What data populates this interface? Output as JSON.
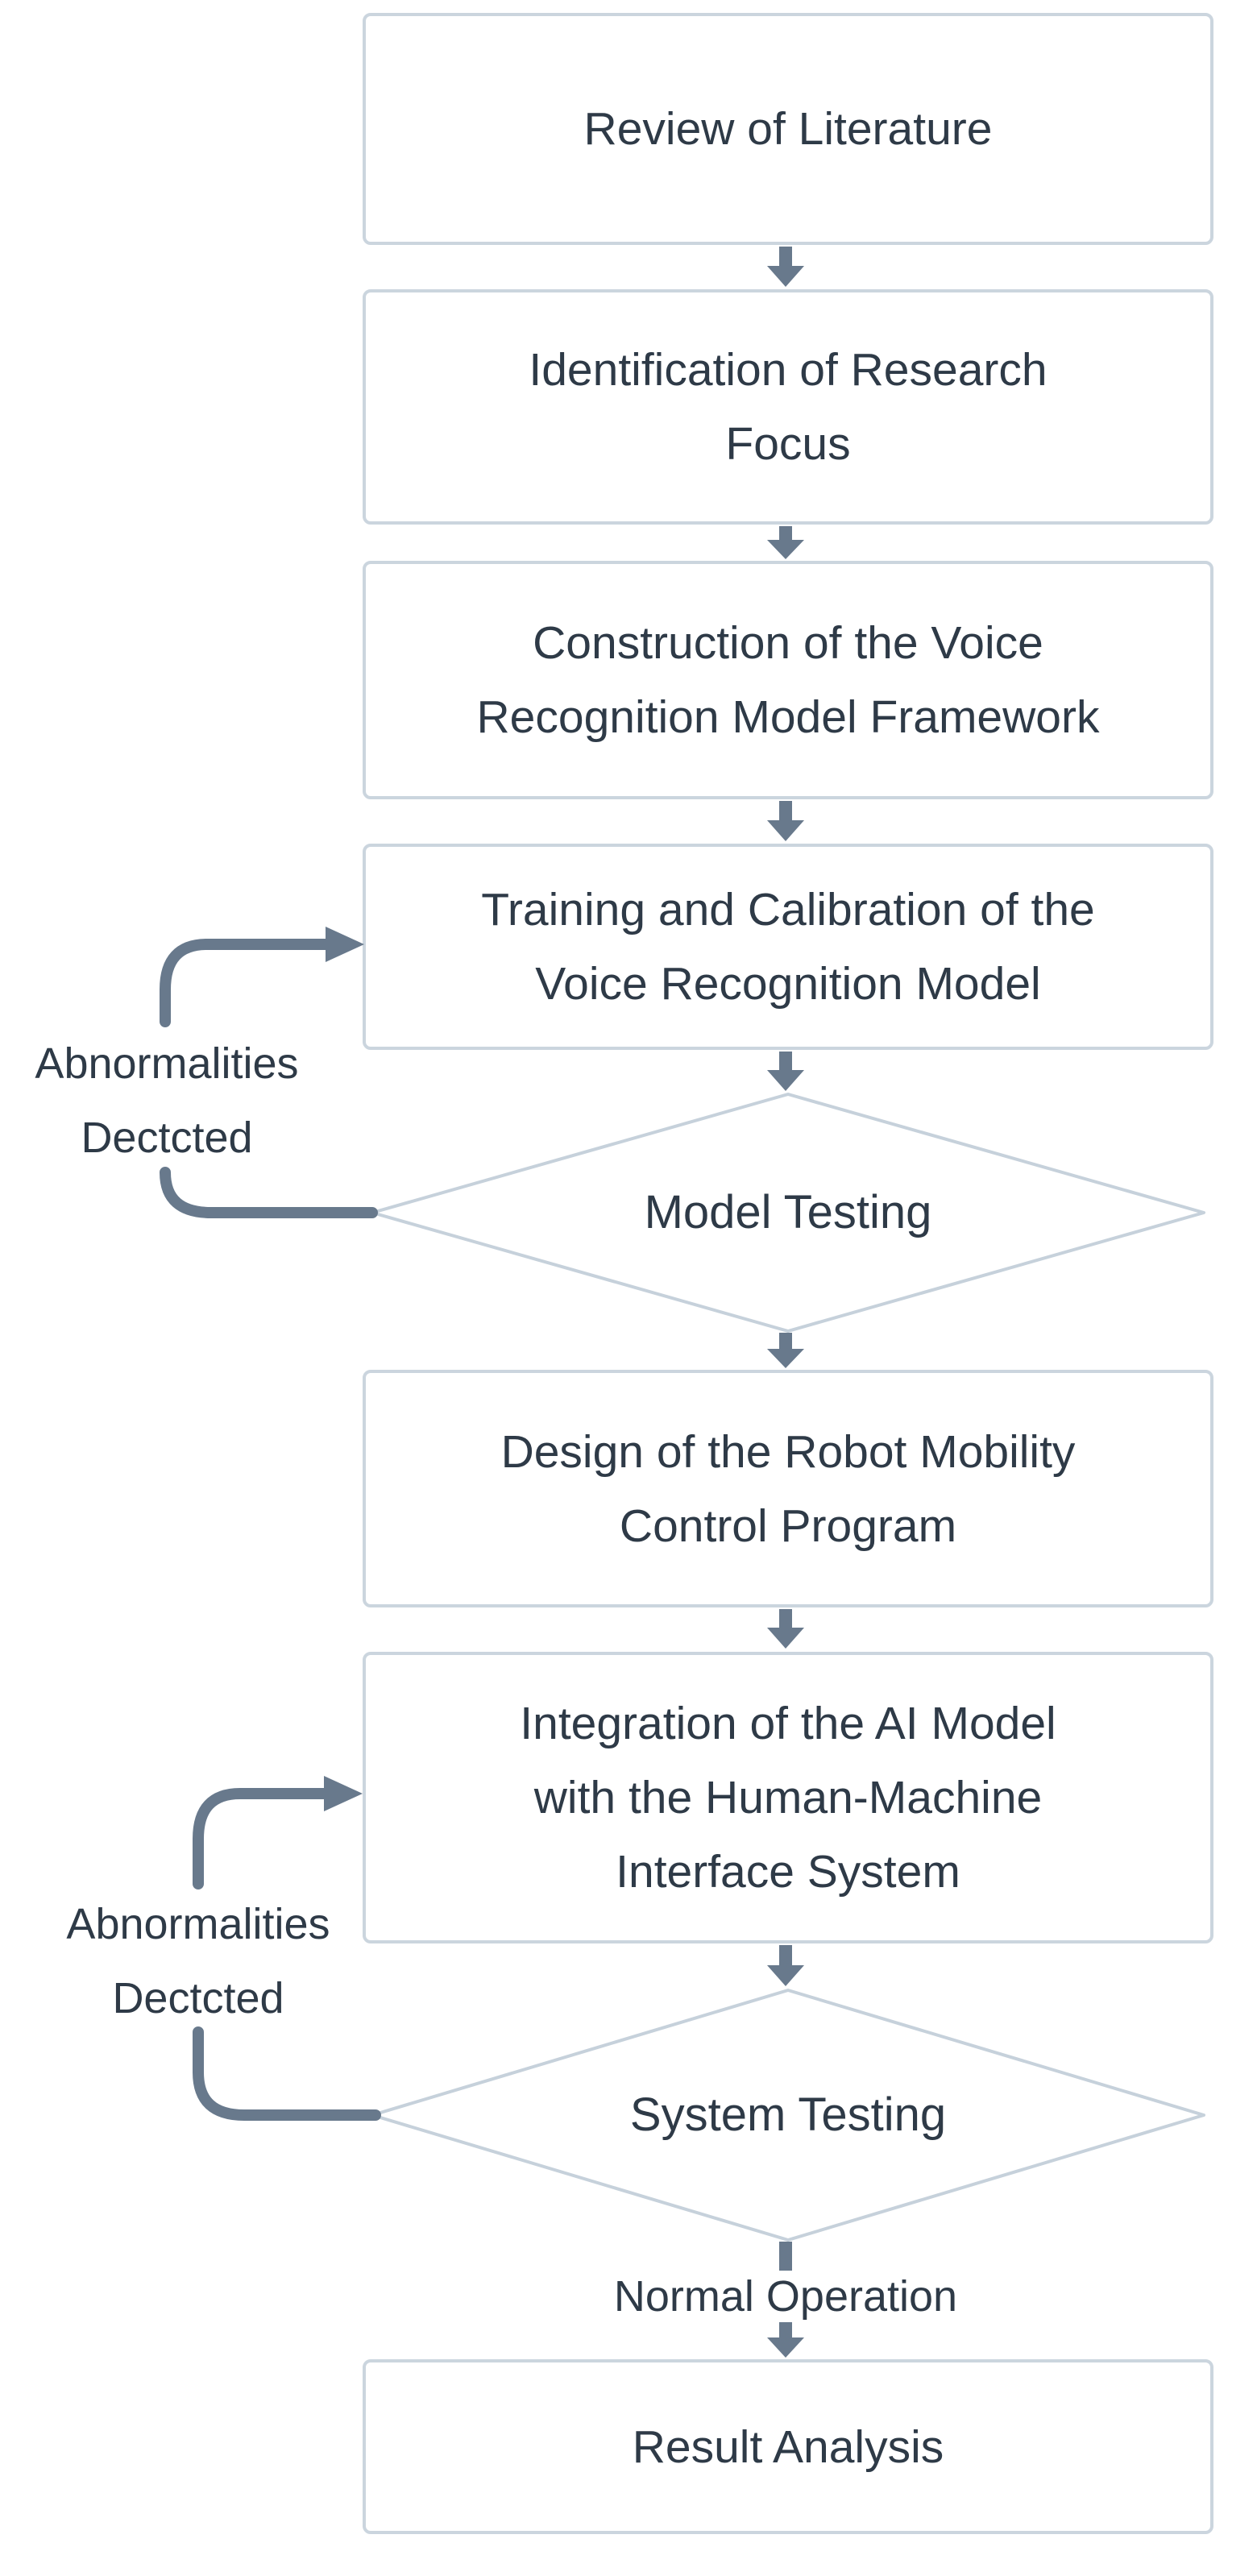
{
  "diagram": {
    "type": "flowchart",
    "direction": "top-down",
    "background": "#ffffff",
    "colors": {
      "node_border": "#cbd5de",
      "decision_border": "#c6d1db",
      "node_fill": "#ffffff",
      "text": "#2e3a47",
      "arrow": "#68798c"
    },
    "nodes": [
      {
        "id": "review-of-literature",
        "shape": "process",
        "label": "Review of Literature",
        "lines": [
          "Review of Literature"
        ]
      },
      {
        "id": "identification-of-research-focus",
        "shape": "process",
        "label": "Identification of Research Focus",
        "lines": [
          "Identification of Research",
          "Focus"
        ]
      },
      {
        "id": "construction-of-voice-recognition-model-framework",
        "shape": "process",
        "label": "Construction of the Voice Recognition Model Framework",
        "lines": [
          "Construction of the Voice",
          "Recognition Model Framework"
        ]
      },
      {
        "id": "training-and-calibration",
        "shape": "process",
        "label": "Training and Calibration of the Voice Recognition Model",
        "lines": [
          "Training and Calibration of the",
          "Voice Recognition Model"
        ]
      },
      {
        "id": "model-testing",
        "shape": "decision",
        "label": "Model Testing",
        "lines": [
          "Model Testing"
        ]
      },
      {
        "id": "design-of-robot-mobility-control-program",
        "shape": "process",
        "label": "Design of the Robot Mobility Control Program",
        "lines": [
          "Design of the Robot Mobility",
          "Control Program"
        ]
      },
      {
        "id": "integration-with-hmi-system",
        "shape": "process",
        "label": "Integration of the AI Model with the Human-Machine Interface System",
        "lines": [
          "Integration of the AI Model",
          "with the Human-Machine",
          "Interface System"
        ]
      },
      {
        "id": "system-testing",
        "shape": "decision",
        "label": "System Testing",
        "lines": [
          "System Testing"
        ]
      },
      {
        "id": "result-analysis",
        "shape": "process",
        "label": "Result Analysis",
        "lines": [
          "Result Analysis"
        ]
      }
    ],
    "edges": [
      {
        "from": "review-of-literature",
        "to": "identification-of-research-focus",
        "label": ""
      },
      {
        "from": "identification-of-research-focus",
        "to": "construction-of-voice-recognition-model-framework",
        "label": ""
      },
      {
        "from": "construction-of-voice-recognition-model-framework",
        "to": "training-and-calibration",
        "label": ""
      },
      {
        "from": "training-and-calibration",
        "to": "model-testing",
        "label": ""
      },
      {
        "from": "model-testing",
        "to": "training-and-calibration",
        "label": "Abnormalities Dectcted",
        "label_lines": [
          "Abnormalities",
          "Dectcted"
        ]
      },
      {
        "from": "model-testing",
        "to": "design-of-robot-mobility-control-program",
        "label": ""
      },
      {
        "from": "design-of-robot-mobility-control-program",
        "to": "integration-with-hmi-system",
        "label": ""
      },
      {
        "from": "integration-with-hmi-system",
        "to": "system-testing",
        "label": ""
      },
      {
        "from": "system-testing",
        "to": "integration-with-hmi-system",
        "label": "Abnormalities Dectcted",
        "label_lines": [
          "Abnormalities",
          "Dectcted"
        ]
      },
      {
        "from": "system-testing",
        "to": "result-analysis",
        "label": "Normal Operation"
      }
    ]
  }
}
